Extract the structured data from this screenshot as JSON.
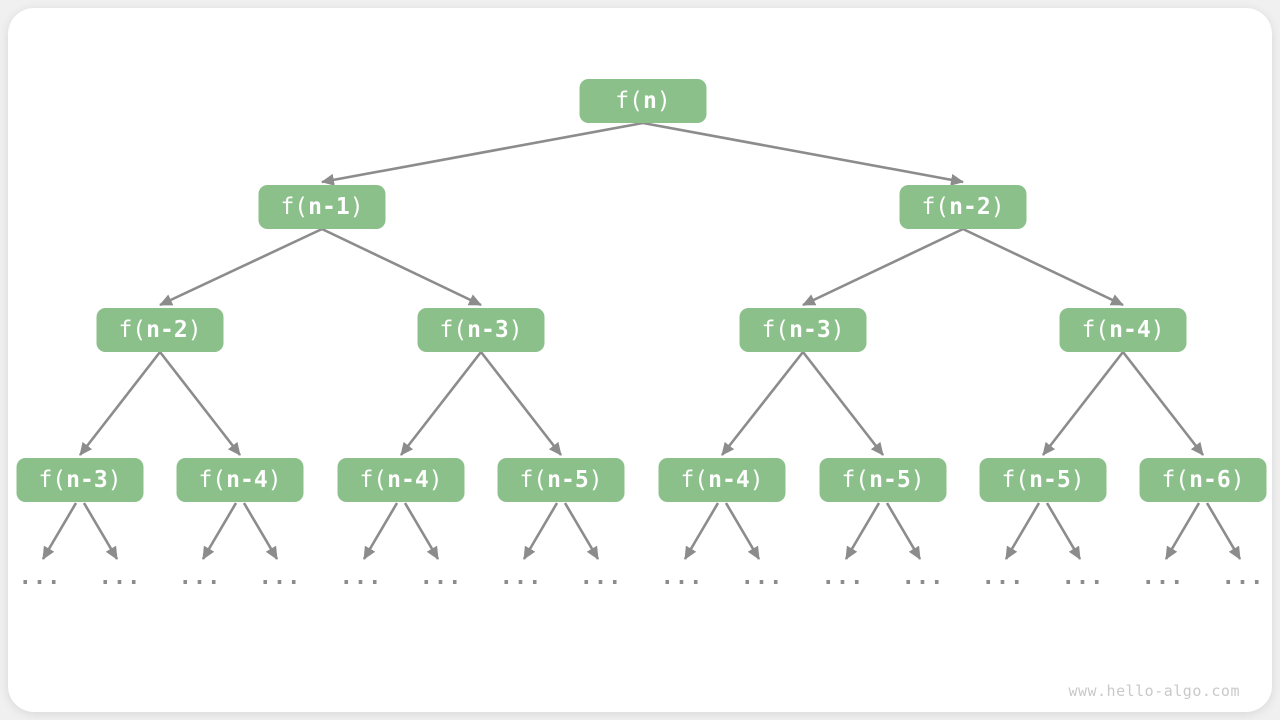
{
  "meta": {
    "watermark": "www.hello-algo.com"
  },
  "colors": {
    "page_bg": "#f0f0f0",
    "card_bg": "#ffffff",
    "node_fill": "#8cc08a",
    "node_text": "#ffffff",
    "arrow": "#8c8c8c",
    "ellipsis": "#8c8c8c",
    "watermark": "#c9c9c9"
  },
  "tree": {
    "levels": [
      {
        "nodes": [
          "f(n)"
        ]
      },
      {
        "nodes": [
          "f(n-1)",
          "f(n-2)"
        ]
      },
      {
        "nodes": [
          "f(n-2)",
          "f(n-3)",
          "f(n-3)",
          "f(n-4)"
        ]
      },
      {
        "nodes": [
          "f(n-3)",
          "f(n-4)",
          "f(n-4)",
          "f(n-5)",
          "f(n-4)",
          "f(n-5)",
          "f(n-5)",
          "f(n-6)"
        ]
      }
    ],
    "leaf_ellipsis": "...",
    "leaf_count": 16
  }
}
